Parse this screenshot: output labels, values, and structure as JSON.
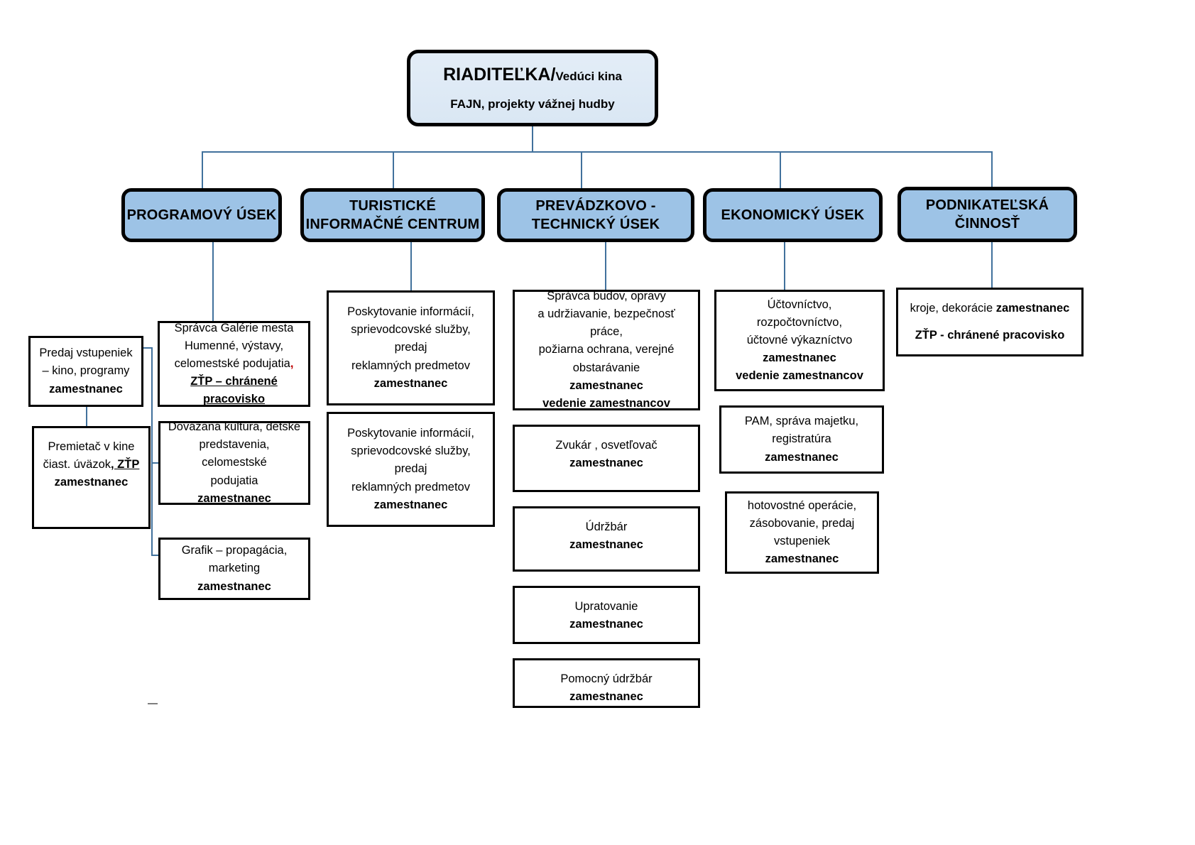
{
  "title": "Organizačná štruktúra",
  "colors": {
    "dept_fill": "#9DC3E6",
    "top_fill": "#DAE7F4",
    "connector": "#41719C",
    "accent_red": "#C00000",
    "border": "#000000"
  },
  "root": {
    "line1_strong": "RIADITEĽKA/",
    "line1_rest": "Vedúci kina",
    "line2": "FAJN, projekty vážnej hudby"
  },
  "departments": [
    {
      "label": "PROGRAMOVÝ ÚSEK"
    },
    {
      "label": "TURISTICKÉ INFORMAČNÉ CENTRUM"
    },
    {
      "label": "PREVÁDZKOVO - TECHNICKÝ ÚSEK"
    },
    {
      "label": "EKONOMICKÝ ÚSEK"
    },
    {
      "label": "PODNIKATEĽSKÁ ČINNOSŤ"
    }
  ],
  "boxes": {
    "predaj_vstupeniek": {
      "l1": "Predaj vstupeniek",
      "l2": "– kino, programy",
      "l3": "zamestnanec"
    },
    "premietac": {
      "l1": "Premietač v kine",
      "l2a": "čiast. úväzok",
      "l2b": ", ZŤP",
      "l3": "zamestnanec"
    },
    "spravca_galerie": {
      "l1": "Správca Galérie mesta",
      "l2": "Humenné, výstavy,",
      "l3a": "celomestské podujatia",
      "l3b": ",",
      "l4": "ZŤP – chránené",
      "l5": "pracovisko"
    },
    "dovazana_kultura": {
      "l1": "Dovážaná kultúra, detské",
      "l2": "predstavenia, celomestské",
      "l3": "podujatia",
      "l4": "zamestnanec"
    },
    "grafik": {
      "l1": "Grafik – propagácia,",
      "l2": "marketing",
      "l3": "zamestnanec"
    },
    "tic_1": {
      "l1": "Poskytovanie informácií,",
      "l2": "sprievodcovské služby, predaj",
      "l3": "reklamných predmetov",
      "l4": "zamestnanec"
    },
    "tic_2": {
      "l1": "Poskytovanie informácií,",
      "l2": "sprievodcovské služby, predaj",
      "l3": "reklamných predmetov",
      "l4": "zamestnanec"
    },
    "spravca_budov": {
      "l1": "Správca budov, opravy",
      "l2": "a udržiavanie, bezpečnosť práce,",
      "l3": "požiarna ochrana, verejné",
      "l4": "obstarávanie",
      "l5": "zamestnanec",
      "l6": "vedenie zamestnancov"
    },
    "zvukar": {
      "l1a": "Zvukár , osvetľovač ",
      "l1b": "zamestnanec"
    },
    "udrzbar": {
      "l1": "Údržbár",
      "l2": "zamestnanec"
    },
    "upratovanie": {
      "l1": "Upratovanie",
      "l2": "zamestnanec"
    },
    "pomocny_udrzbar": {
      "l1": "Pomocný údržbár",
      "l2": "zamestnanec"
    },
    "uctovnictvo": {
      "l1": "Účtovníctvo, rozpočtovníctvo,",
      "l2": "účtovné výkazníctvo",
      "l3": "zamestnanec",
      "l4": "vedenie zamestnancov"
    },
    "pam": {
      "l1": "PAM, správa majetku,",
      "l2": "registratúra",
      "l3": "zamestnanec"
    },
    "hotovostne": {
      "l1": "hotovostné operácie,",
      "l2": "zásobovanie, predaj",
      "l3": "vstupeniek",
      "l4": "zamestnanec"
    },
    "kroje": {
      "l1a": "kroje, dekorácie ",
      "l1b": "zamestnanec",
      "l2": "ZŤP - chránené pracovisko"
    }
  }
}
